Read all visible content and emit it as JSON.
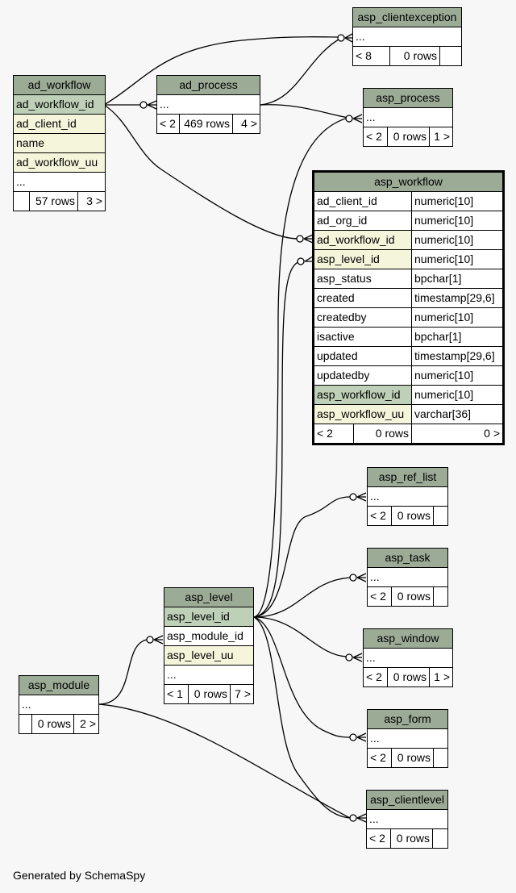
{
  "tables": {
    "ad_workflow": {
      "name": "ad_workflow",
      "rows": [
        {
          "label": "ad_workflow_id"
        },
        {
          "label": "ad_client_id"
        },
        {
          "label": "name"
        },
        {
          "label": "ad_workflow_uu"
        },
        {
          "label": "..."
        }
      ],
      "footer": {
        "left": "",
        "mid": "57 rows",
        "right": "3 >"
      }
    },
    "ad_process": {
      "name": "ad_process",
      "rows": [
        {
          "label": "..."
        }
      ],
      "footer": {
        "left": "< 2",
        "mid": "469 rows",
        "right": "4 >"
      }
    },
    "asp_clientexception": {
      "name": "asp_clientexception",
      "rows": [
        {
          "label": "..."
        }
      ],
      "footer": {
        "left": "< 8",
        "mid": "0 rows",
        "right": ""
      }
    },
    "asp_process": {
      "name": "asp_process",
      "rows": [
        {
          "label": "..."
        }
      ],
      "footer": {
        "left": "< 2",
        "mid": "0 rows",
        "right": "1 >"
      }
    },
    "asp_workflow": {
      "name": "asp_workflow",
      "columns": [
        {
          "name": "ad_client_id",
          "type": "numeric[10]"
        },
        {
          "name": "ad_org_id",
          "type": "numeric[10]"
        },
        {
          "name": "ad_workflow_id",
          "type": "numeric[10]"
        },
        {
          "name": "asp_level_id",
          "type": "numeric[10]"
        },
        {
          "name": "asp_status",
          "type": "bpchar[1]"
        },
        {
          "name": "created",
          "type": "timestamp[29,6]"
        },
        {
          "name": "createdby",
          "type": "numeric[10]"
        },
        {
          "name": "isactive",
          "type": "bpchar[1]"
        },
        {
          "name": "updated",
          "type": "timestamp[29,6]"
        },
        {
          "name": "updatedby",
          "type": "numeric[10]"
        },
        {
          "name": "asp_workflow_id",
          "type": "numeric[10]"
        },
        {
          "name": "asp_workflow_uu",
          "type": "varchar[36]"
        }
      ],
      "footer": {
        "left": "< 2",
        "mid": "0 rows",
        "right": "0 >"
      }
    },
    "asp_ref_list": {
      "name": "asp_ref_list",
      "rows": [
        {
          "label": "..."
        }
      ],
      "footer": {
        "left": "< 2",
        "mid": "0 rows",
        "right": ""
      }
    },
    "asp_task": {
      "name": "asp_task",
      "rows": [
        {
          "label": "..."
        }
      ],
      "footer": {
        "left": "< 2",
        "mid": "0 rows",
        "right": ""
      }
    },
    "asp_window": {
      "name": "asp_window",
      "rows": [
        {
          "label": "..."
        }
      ],
      "footer": {
        "left": "< 2",
        "mid": "0 rows",
        "right": "1 >"
      }
    },
    "asp_form": {
      "name": "asp_form",
      "rows": [
        {
          "label": "..."
        }
      ],
      "footer": {
        "left": "< 2",
        "mid": "0 rows",
        "right": ""
      }
    },
    "asp_clientlevel": {
      "name": "asp_clientlevel",
      "rows": [
        {
          "label": "..."
        }
      ],
      "footer": {
        "left": "< 2",
        "mid": "0 rows",
        "right": ""
      }
    },
    "asp_level": {
      "name": "asp_level",
      "rows": [
        {
          "label": "asp_level_id"
        },
        {
          "label": "asp_module_id"
        },
        {
          "label": "asp_level_uu"
        },
        {
          "label": "..."
        }
      ],
      "footer": {
        "left": "< 1",
        "mid": "0 rows",
        "right": "7 >"
      }
    },
    "asp_module": {
      "name": "asp_module",
      "rows": [
        {
          "label": "..."
        }
      ],
      "footer": {
        "left": "",
        "mid": "0 rows",
        "right": "2 >"
      }
    }
  },
  "footer_note": "Generated by SchemaSpy",
  "colors": {
    "header": "#9bab96",
    "primary_key": "#bed1b8",
    "indexed": "#f5f5dc",
    "background": "#f7f7f7"
  }
}
